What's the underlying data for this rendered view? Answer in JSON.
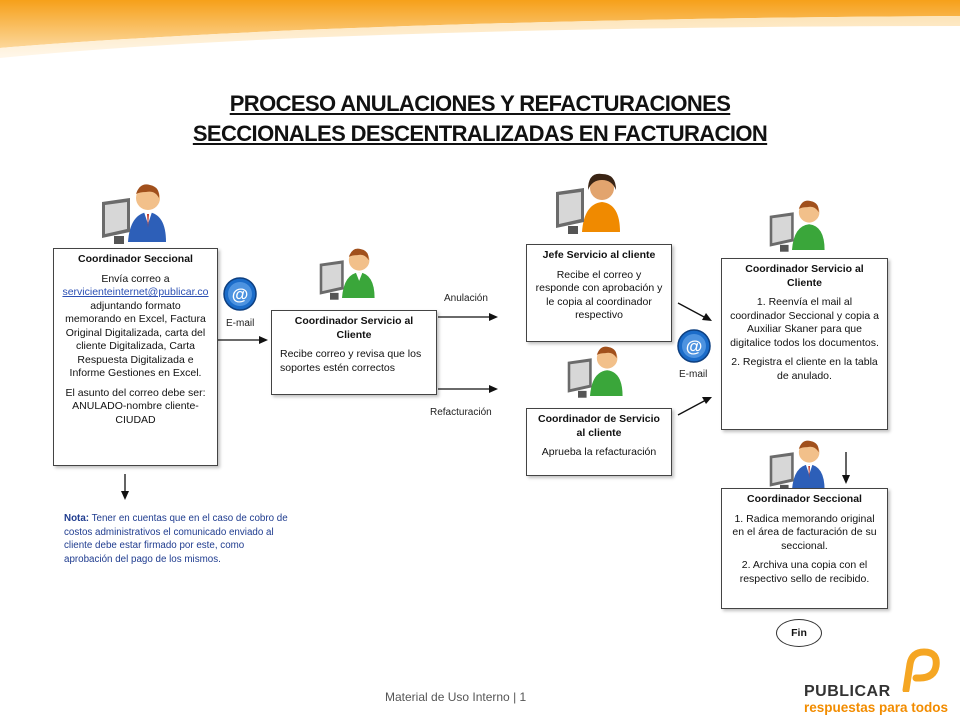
{
  "title": {
    "line1": "PROCESO ANULACIONES Y REFACTURACIONES",
    "line2": "SECCIONALES DESCENTRALIZADAS EN FACTURACION"
  },
  "boxes": {
    "coord_seccional": {
      "title": "Coordinador Seccional",
      "text1": "Envía correo a",
      "email": "servicienteinternet@publicar.co",
      "text2": "adjuntando formato memorando en Excel, Factura Original Digitalizada, carta del cliente Digitalizada, Carta Respuesta Digitalizada e Informe Gestiones en Excel.",
      "text3": "El asunto del correo debe ser: ANULADO-nombre cliente-CIUDAD"
    },
    "coord_servicio_1": {
      "title": "Coordinador Servicio al Cliente",
      "text": "Recibe correo y revisa que los soportes estén correctos"
    },
    "jefe_servicio": {
      "title": "Jefe Servicio al cliente",
      "text": "Recibe el correo y responde con aprobación y le copia al coordinador respectivo"
    },
    "coord_servicio_refact": {
      "title": "Coordinador de Servicio al cliente",
      "text": "Aprueba la refacturación"
    },
    "coord_servicio_2": {
      "title": "Coordinador Servicio al Cliente",
      "text1": "1. Reenvía el mail al coordinador Seccional  y copia a Auxiliar  Skaner para que digitalice todos los documentos.",
      "text2": "2. Registra el cliente en la tabla de anulado."
    },
    "coord_seccional_final": {
      "title": "Coordinador Seccional",
      "text1": "1. Radica memorando original en el área de facturación de su seccional.",
      "text2": "2. Archiva una copia con el respectivo sello de recibido."
    }
  },
  "labels": {
    "email1": "E-mail",
    "email2": "E-mail",
    "anulacion": "Anulación",
    "refacturacion": "Refacturación",
    "fin": "Fin"
  },
  "note": {
    "label": "Nota:",
    "text": "Tener en cuentas que en el caso de cobro de costos administrativos el comunicado enviado al cliente debe estar firmado por este, como aprobación del pago de los mismos."
  },
  "footer": {
    "text": "Material de Uso Interno  |  1"
  },
  "brand": {
    "name": "PUBLICAR",
    "slogan": "respuestas para todos"
  },
  "colors": {
    "accent_orange": "#f5a623",
    "title_text": "#111111",
    "note_text": "#1f3c8f",
    "person_shirt_green": "#3aa63a",
    "person_shirt_blue": "#2d5fb8",
    "person_shirt_orange": "#f08a00",
    "email_icon": "#1b6cc9"
  },
  "icons": [
    "user-computer-icon",
    "email-at-icon",
    "publicar-logo"
  ]
}
